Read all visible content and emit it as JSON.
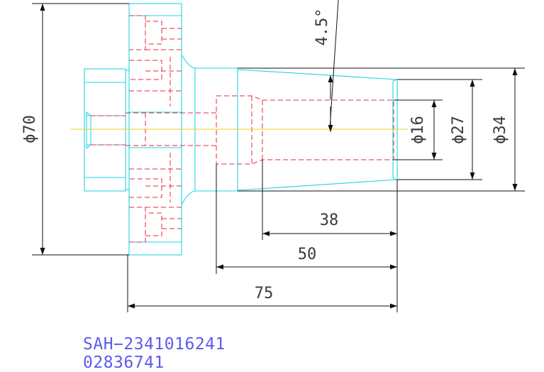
{
  "drawing": {
    "colors": {
      "outline": "#22d3e6",
      "hidden_lines": "#e8283a",
      "centerline": "#f2d21a",
      "dimensions": "#111111",
      "part_code": "#5b5bf0"
    },
    "dimensions": {
      "d70": "ϕ70",
      "d16": "ϕ16",
      "d27": "ϕ27",
      "d34": "ϕ34",
      "angle": "4.5°",
      "len38": "38",
      "len50": "50",
      "len75": "75"
    },
    "part_code": {
      "line1": "SAH−2341016241",
      "line2": "02836741"
    }
  }
}
